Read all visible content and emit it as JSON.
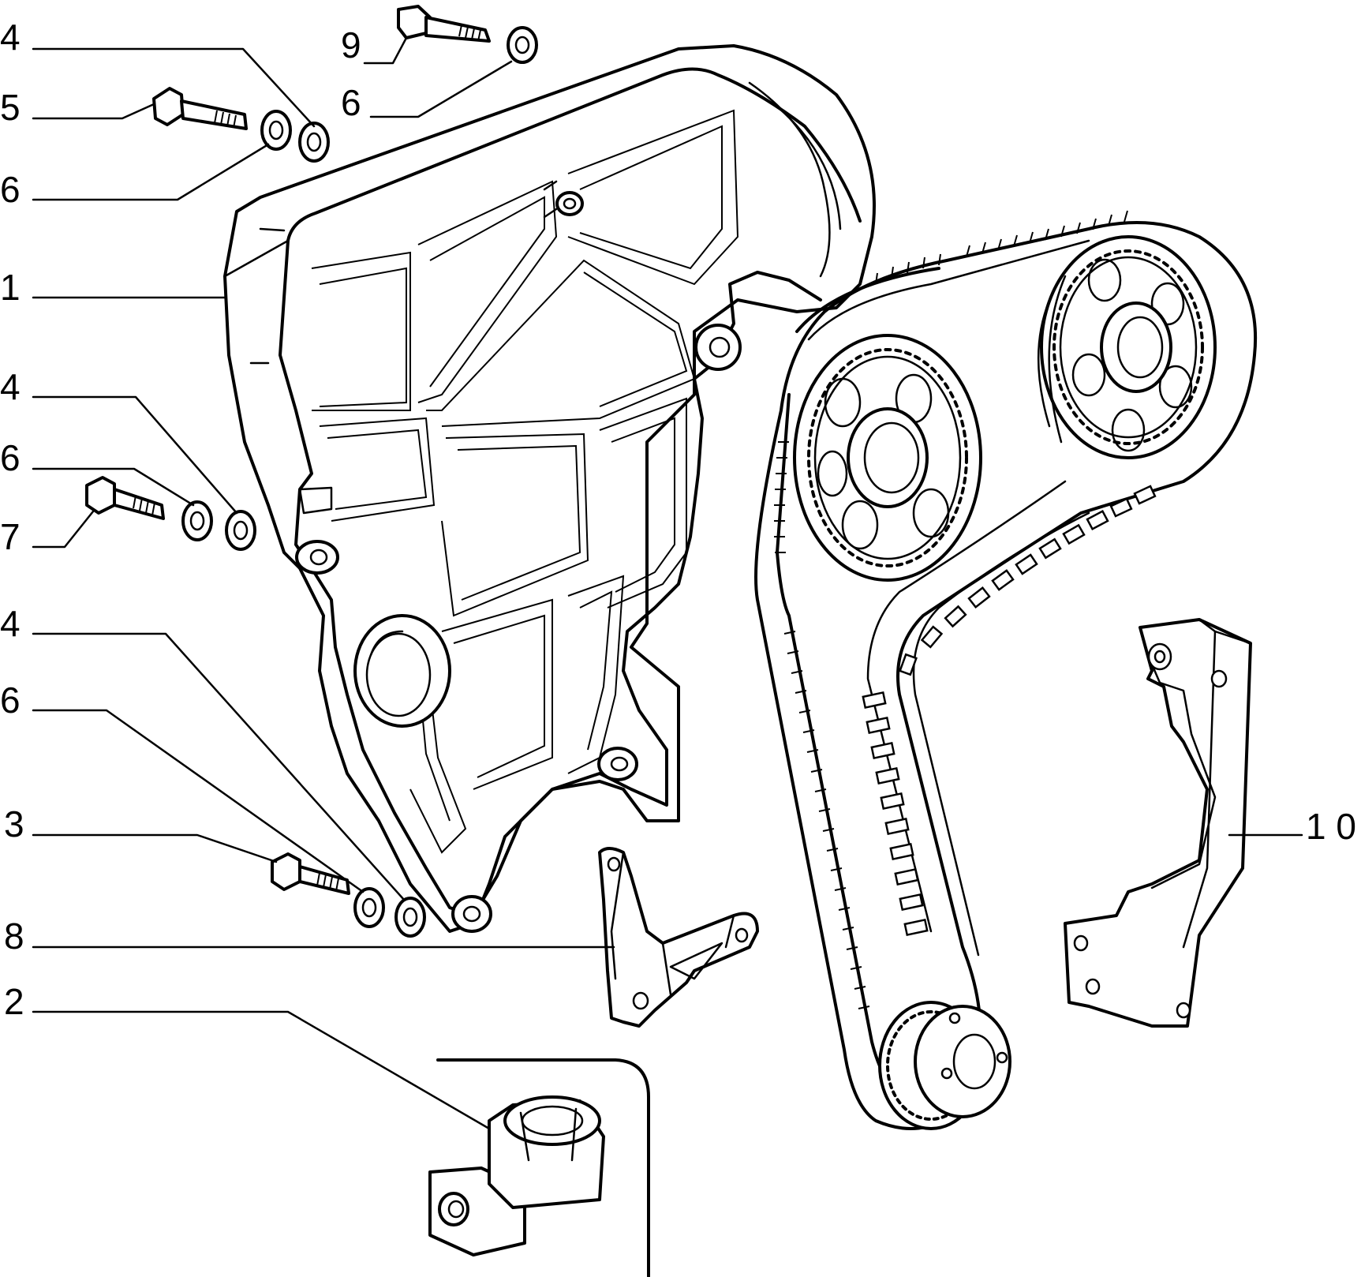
{
  "callouts": [
    {
      "num": "4"
    },
    {
      "num": "5"
    },
    {
      "num": "6"
    },
    {
      "num": "1"
    },
    {
      "num": "4"
    },
    {
      "num": "6"
    },
    {
      "num": "7"
    },
    {
      "num": "4"
    },
    {
      "num": "6"
    },
    {
      "num": "3"
    },
    {
      "num": "8"
    },
    {
      "num": "2"
    },
    {
      "num": "9"
    },
    {
      "num": "6"
    },
    {
      "num": "1 0"
    }
  ],
  "colors": {
    "ink": "#000000",
    "paper": "#ffffff"
  }
}
